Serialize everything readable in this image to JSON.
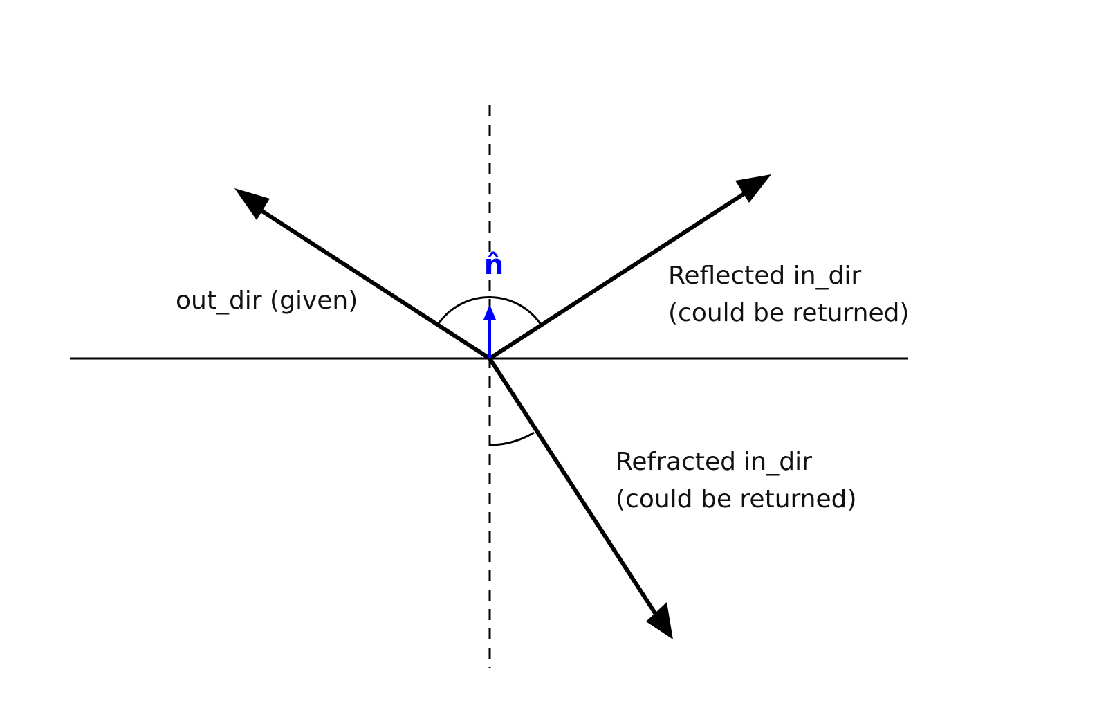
{
  "labels": {
    "out_dir": "out_dir (given)",
    "reflected_line1": "Reflected in_dir",
    "reflected_line2": "(could be returned)",
    "refracted_line1": "Refracted in_dir",
    "refracted_line2": "(could be returned)",
    "normal": "n̂"
  },
  "colors": {
    "line": "#000000",
    "normal": "#0000ff",
    "text": "#111111"
  }
}
